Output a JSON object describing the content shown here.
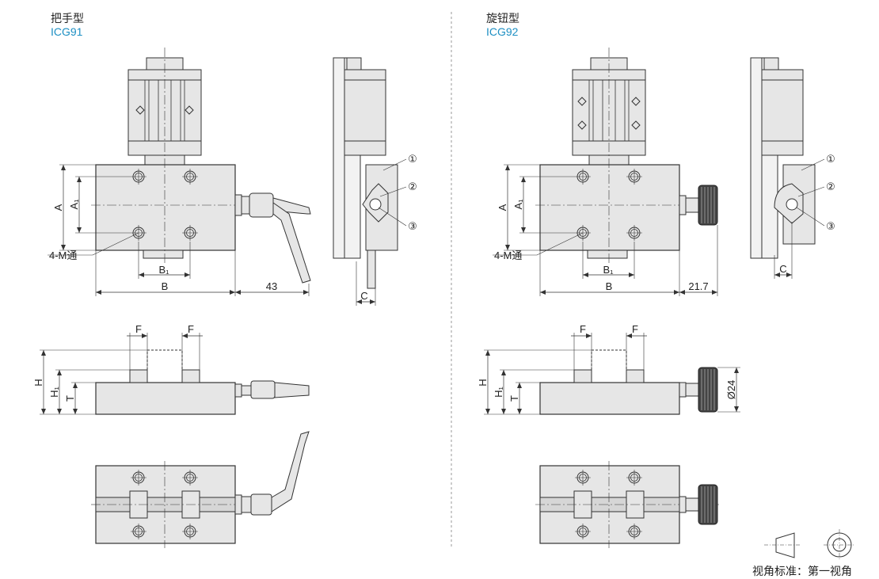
{
  "left": {
    "title": "把手型",
    "code": "ICG91",
    "dims": {
      "A": "A",
      "A1": "A₁",
      "B1": "B₁",
      "B": "B",
      "extent": "43",
      "C": "C",
      "F": "F",
      "H": "H",
      "H1": "H₁",
      "T": "T",
      "holes": "4-M通"
    }
  },
  "right": {
    "title": "旋钮型",
    "code": "ICG92",
    "dims": {
      "A": "A",
      "A1": "A₁",
      "B1": "B₁",
      "B": "B",
      "extent": "21.7",
      "C": "C",
      "F": "F",
      "H": "H",
      "H1": "H₁",
      "T": "T",
      "holes": "4-M通",
      "knob": "Ø24"
    }
  },
  "callouts": [
    "①",
    "②",
    "③"
  ],
  "footer": {
    "text": "视角标准：第一视角"
  },
  "colors": {
    "body_fill": "#e6e6e6",
    "line": "#333333",
    "code_text": "#1d8fc3",
    "h_label": "#9a2b8a"
  }
}
